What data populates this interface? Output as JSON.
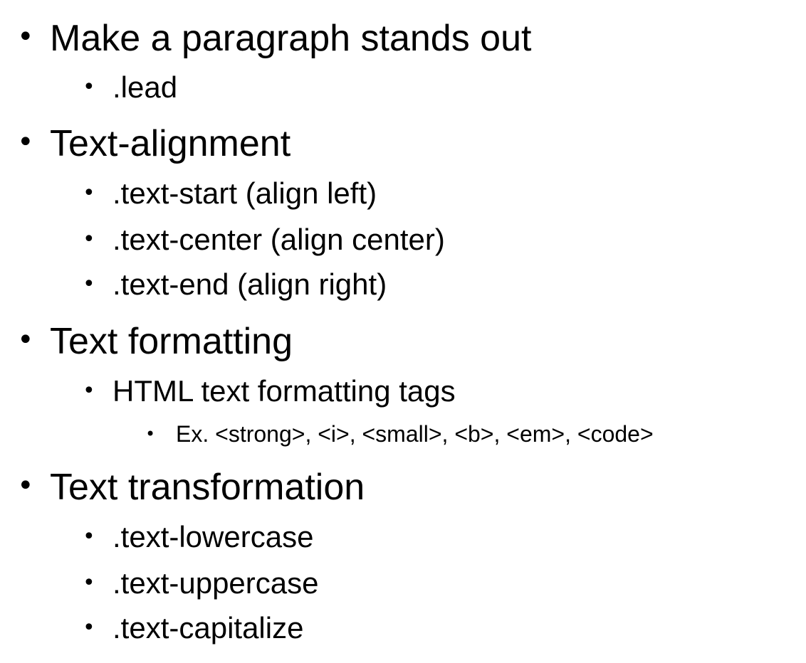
{
  "slide": {
    "items": [
      {
        "bullet": "•",
        "text": "Make a paragraph stands out"
      },
      {
        "bullet": "•",
        "text": ".lead"
      },
      {
        "bullet": "•",
        "text": "Text-alignment"
      },
      {
        "bullet": "•",
        "text": ".text-start (align left)"
      },
      {
        "bullet": "•",
        "text": ".text-center (align center)"
      },
      {
        "bullet": "•",
        "text": ".text-end (align right)"
      },
      {
        "bullet": "•",
        "text": "Text formatting"
      },
      {
        "bullet": "•",
        "text": "HTML text formatting tags"
      },
      {
        "bullet": "•",
        "text": "Ex. <strong>, <i>, <small>, <b>, <em>, <code>"
      },
      {
        "bullet": "•",
        "text": "Text transformation"
      },
      {
        "bullet": "•",
        "text": ".text-lowercase"
      },
      {
        "bullet": "•",
        "text": ".text-uppercase"
      },
      {
        "bullet": "•",
        "text": ".text-capitalize"
      }
    ]
  }
}
